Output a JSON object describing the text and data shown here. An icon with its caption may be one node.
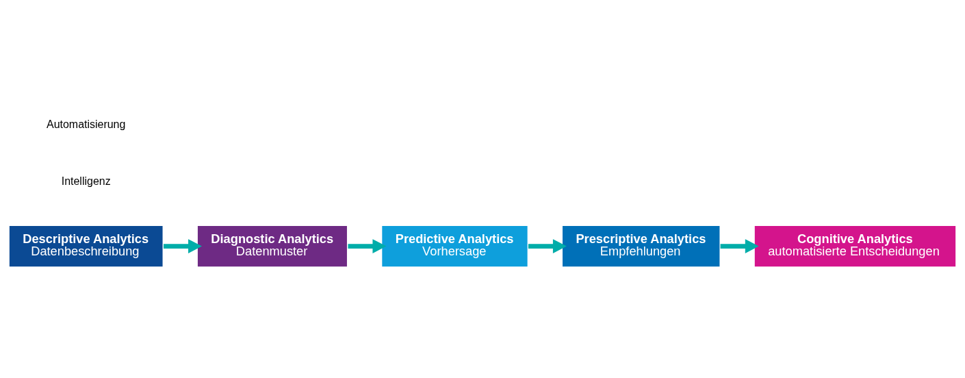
{
  "diagram": {
    "nodes": [
      {
        "text": [
          "Descriptive Analytics",
          "Datenbeschreibung"
        ]
      },
      {
        "text": [
          "Diagnostic Analytics",
          "Datenmuster"
        ]
      },
      {
        "text": [
          "Predictive Analytics",
          "Vorhersage"
        ]
      },
      {
        "text": [
          "Prescriptive Analytics",
          "Empfehlungen"
        ]
      },
      {
        "text": [
          "Cognitive Analytics",
          "automatisierte Entscheidungen"
        ]
      }
    ],
    "edges": [
      {
        "from": 0,
        "to": 1,
        "arrow": "to"
      },
      {
        "from": 1,
        "to": 2,
        "arrow": "to"
      },
      {
        "from": 2,
        "to": 3,
        "arrow": "to"
      },
      {
        "from": 3,
        "to": 4,
        "arrow": "to"
      }
    ],
    "labels": [
      "Intelligenz",
      "Automatisierung"
    ]
  }
}
